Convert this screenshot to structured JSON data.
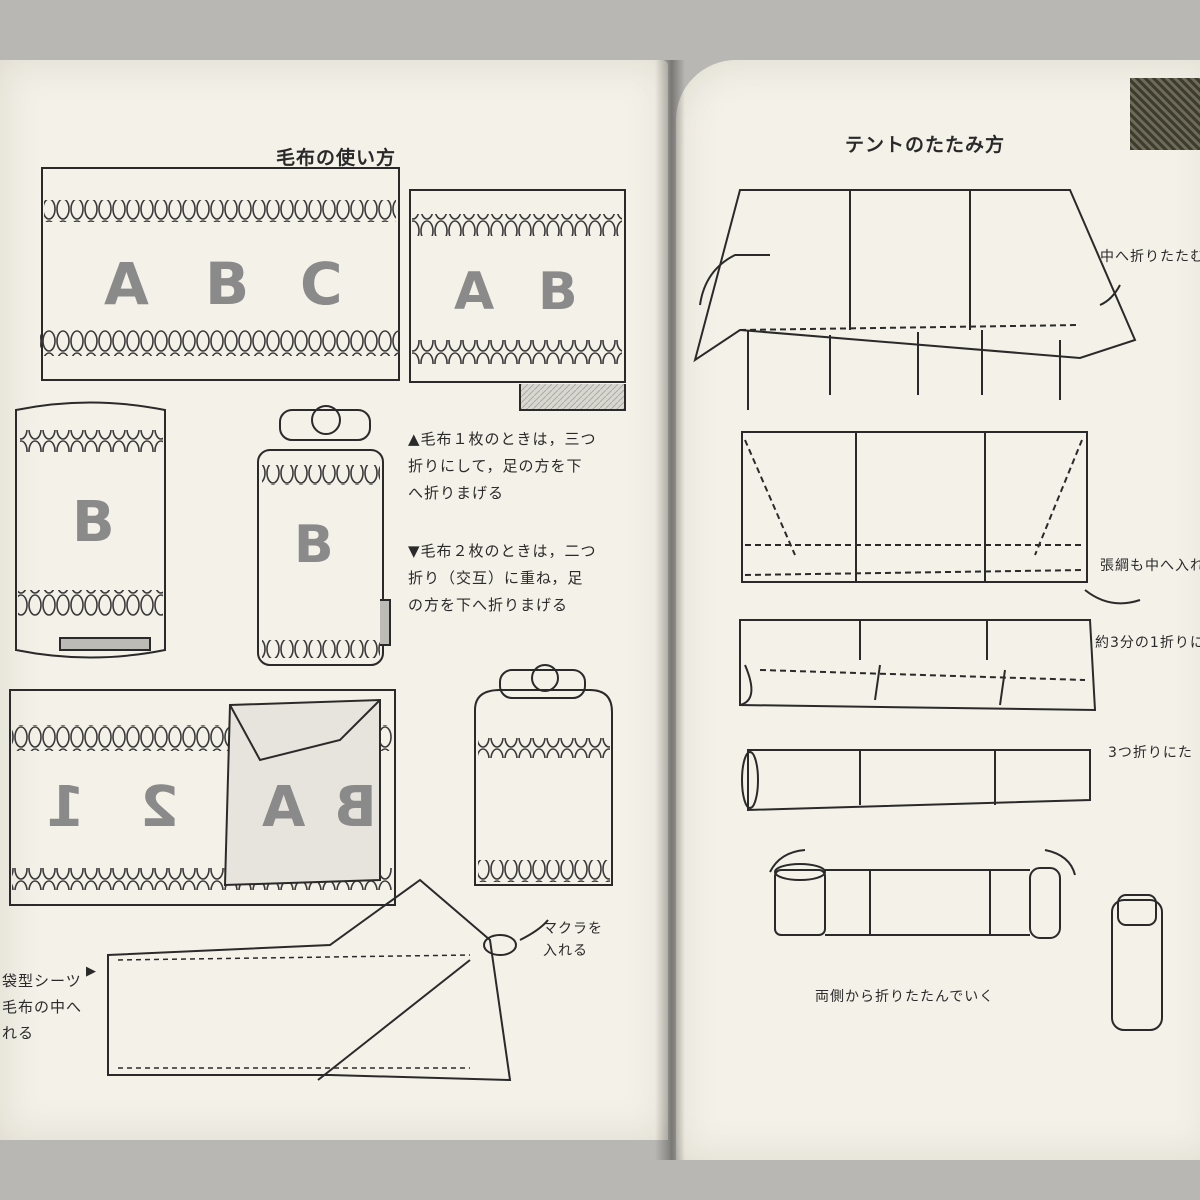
{
  "left_page": {
    "title": "毛布の使い方",
    "blanket_letters_abc": [
      "A",
      "B",
      "C"
    ],
    "blanket_letters_ab": [
      "A",
      "B"
    ],
    "blanket_letter_b": "B",
    "blanket_letters_mirrored": [
      "1",
      "2",
      "A",
      "B"
    ],
    "note_one_blanket": [
      "▲毛布１枚のときは，三つ",
      "折りにして，足の方を下",
      "へ折りまげる"
    ],
    "note_two_blankets": [
      "▼毛布２枚のときは，二つ",
      "折り（交互）に重ね，足",
      "の方を下へ折りまげる"
    ],
    "pillow_note": [
      "マクラを",
      "入れる"
    ],
    "sheet_note": [
      "▶",
      "袋型シーツ",
      "毛布の中へ",
      "れる"
    ]
  },
  "right_page": {
    "title": "テントのたたみ方",
    "step1_note": "中へ折りたたむ",
    "step2_note": "張綱も中へ入れる",
    "step3_note": "約3分の1折りに",
    "step4_note": "3つ折りにた",
    "step5_note": "両側から折りたたんでいく"
  },
  "colors": {
    "paper": "#f3f1e8",
    "ink": "#2a2a2a",
    "pencil": "#8a8a8a"
  }
}
